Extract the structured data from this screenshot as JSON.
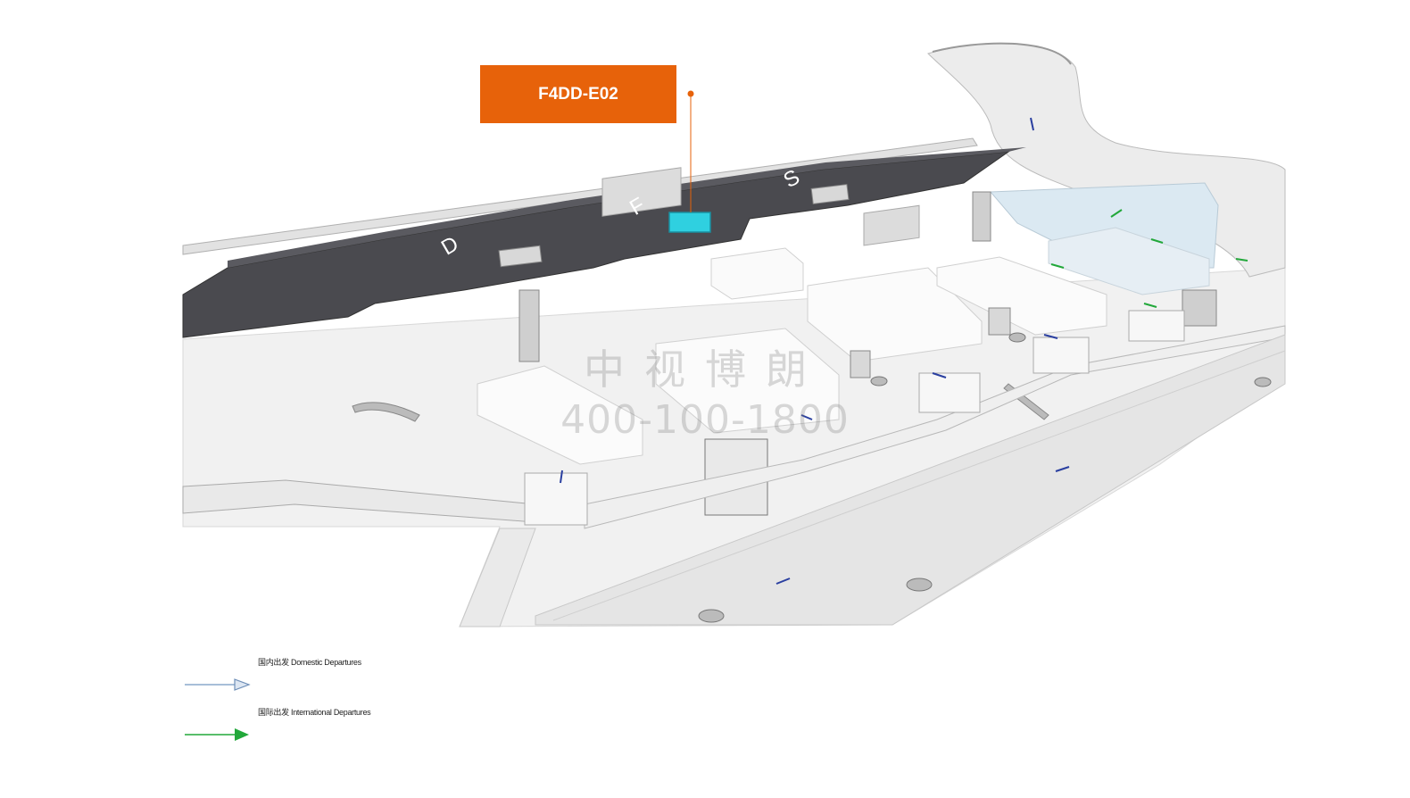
{
  "callout": {
    "code": "F4DD-E02",
    "color": "#e7620a"
  },
  "signage": {
    "letters": [
      "D",
      "F",
      "S"
    ],
    "highlight_color": "#2fd0e0"
  },
  "watermark": {
    "name": "中视博朗",
    "phone": "400-100-1800"
  },
  "legend": {
    "items": [
      {
        "label": "国内出发 Domestic Departures",
        "color": "#8aa8cc",
        "icon": "domestic-departure-arrow-icon"
      },
      {
        "label": "国际出发 International Departures",
        "color": "#22a83a",
        "icon": "international-departure-arrow-icon"
      }
    ]
  }
}
